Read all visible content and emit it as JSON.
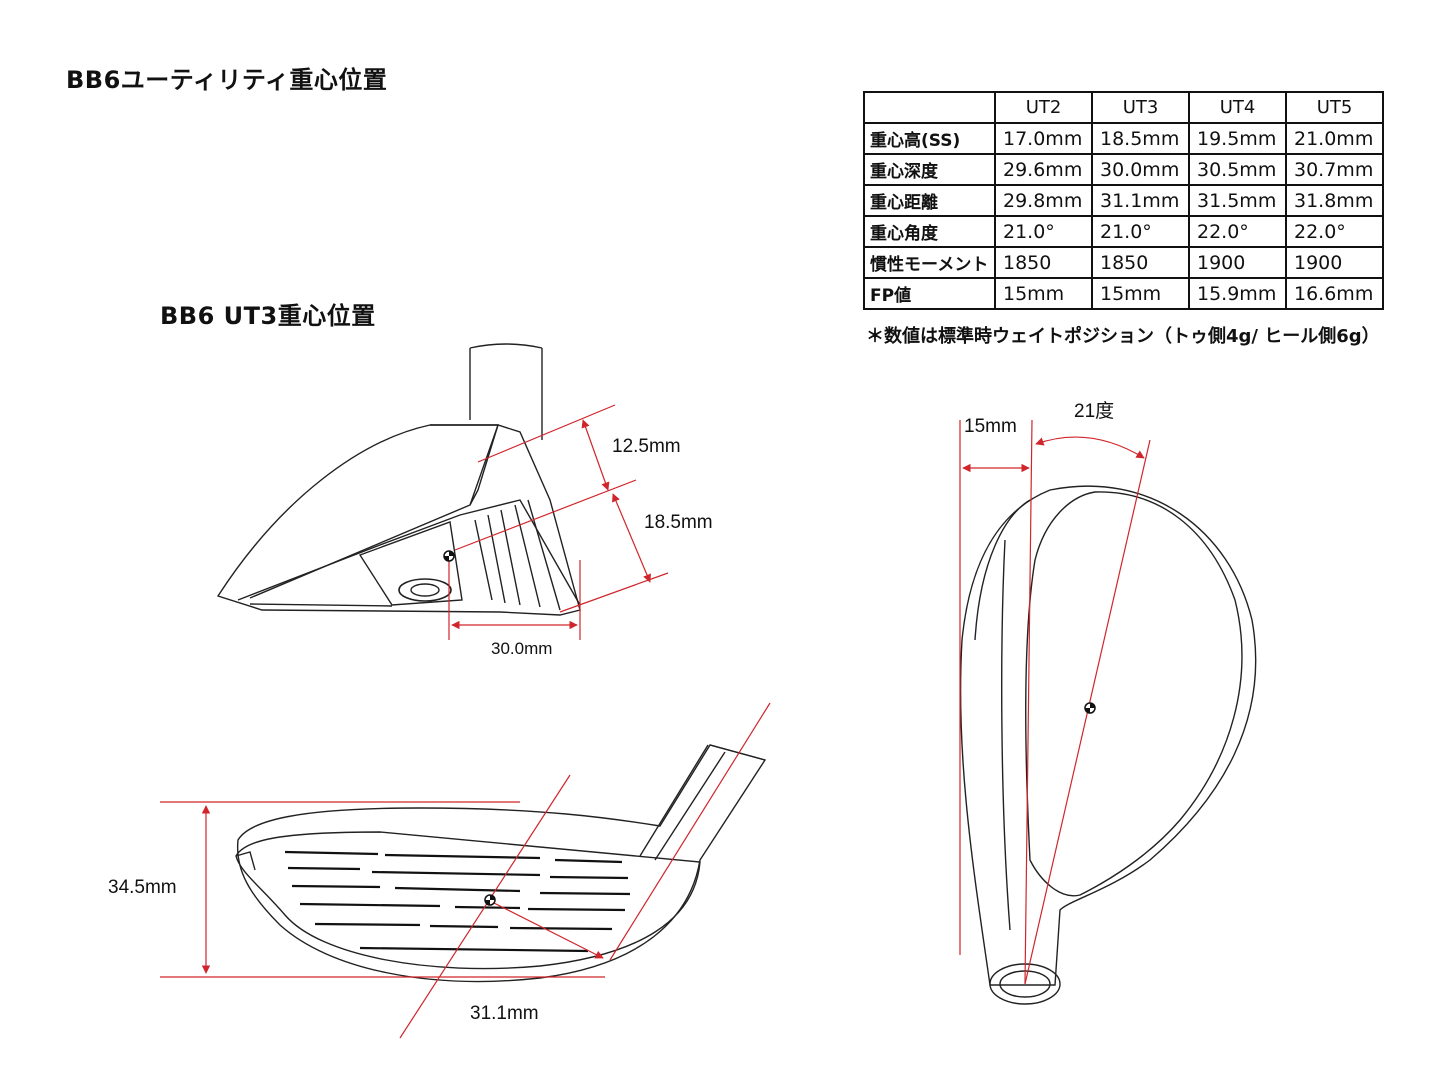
{
  "titles": {
    "main": "BB6ユーティリティ重心位置",
    "sub": "BB6 UT3重心位置"
  },
  "spec_table": {
    "corner": "",
    "columns": [
      "UT2",
      "UT3",
      "UT4",
      "UT5"
    ],
    "rows": [
      {
        "label": "重心高(SS)",
        "values": [
          "17.0mm",
          "18.5mm",
          "19.5mm",
          "21.0mm"
        ]
      },
      {
        "label": "重心深度",
        "values": [
          "29.6mm",
          "30.0mm",
          "30.5mm",
          "30.7mm"
        ]
      },
      {
        "label": "重心距離",
        "values": [
          "29.8mm",
          "31.1mm",
          "31.5mm",
          "31.8mm"
        ]
      },
      {
        "label": "重心角度",
        "values": [
          "21.0°",
          "21.0°",
          "22.0°",
          "22.0°"
        ]
      },
      {
        "label": "慣性モーメント",
        "values": [
          "1850",
          "1850",
          "1900",
          "1900"
        ]
      },
      {
        "label": "FP値",
        "values": [
          "15mm",
          "15mm",
          "15.9mm",
          "16.6mm"
        ]
      }
    ],
    "note": "＊数値は標準時ウェイトポジション（トゥ側4g/ ヒール側6g）"
  },
  "dimensions": {
    "side_height_upper": "12.5mm",
    "side_height_lower": "18.5mm",
    "side_depth": "30.0mm",
    "face_height": "34.5mm",
    "face_distance": "31.1mm",
    "top_fp": "15mm",
    "top_angle": "21度"
  },
  "colors": {
    "dimension_line": "#d0262b",
    "outline": "#222222"
  }
}
